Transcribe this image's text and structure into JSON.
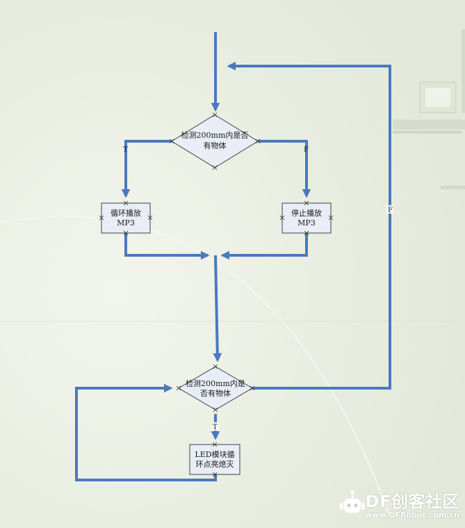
{
  "nodes": {
    "decision1": [
      "检测200mm内是否",
      "有物体"
    ],
    "loop_play": [
      "循环播放",
      "MP3"
    ],
    "stop_play": [
      "停止播放",
      "MP3"
    ],
    "decision2": [
      "检测200mm内是",
      "否有物体"
    ],
    "led_loop": [
      "LED模块循",
      "环点亮熄灭"
    ]
  },
  "edges": {
    "d1_true": "T",
    "d1_false": "F",
    "d2_false": "F",
    "d2_true": "T"
  },
  "watermark": {
    "brand": "DF创客社区",
    "url": "www.DFRobot.com.cn"
  },
  "colors": {
    "arrow": "#4a79bd",
    "node_fill": "#e9edf6",
    "node_stroke": "#3b3f45",
    "background": "#e7ecdf"
  }
}
